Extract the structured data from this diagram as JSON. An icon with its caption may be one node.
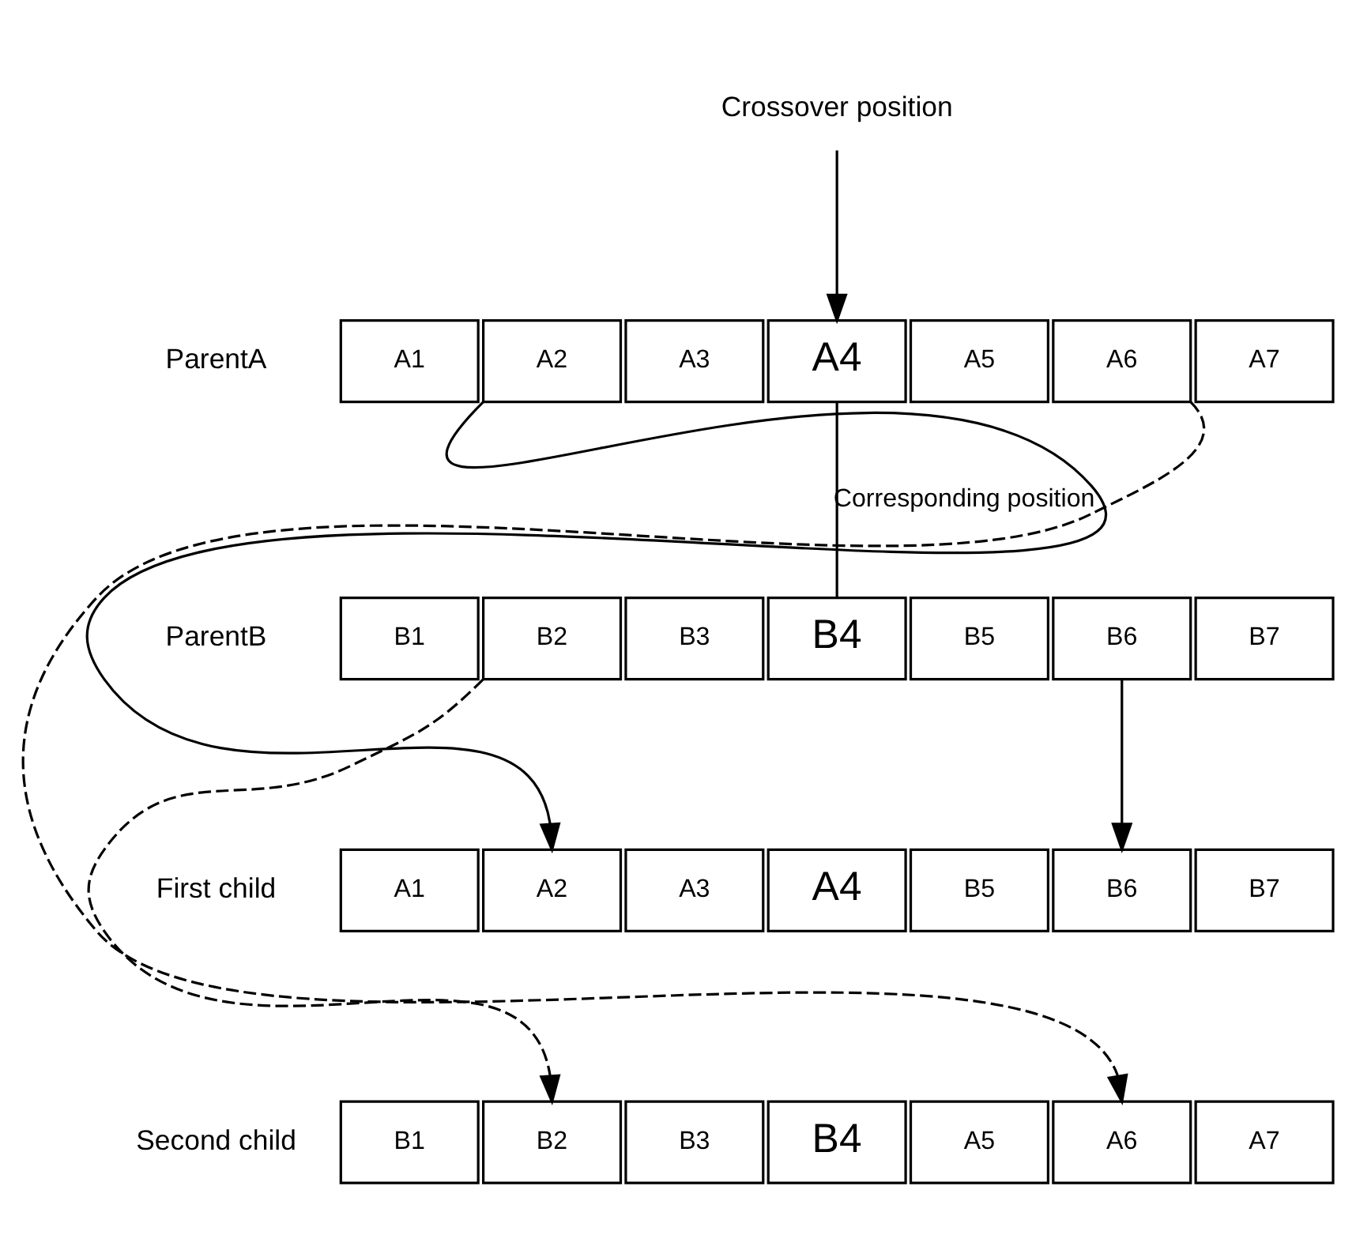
{
  "diagram": {
    "nodes": [
      {
        "text": [
          "Crossover position"
        ]
      },
      {
        "text": [
          "A1"
        ]
      },
      {
        "text": [
          "A2"
        ]
      },
      {
        "text": [
          "A3"
        ]
      },
      {
        "text": [
          "A4"
        ]
      },
      {
        "text": [
          "A5"
        ]
      },
      {
        "text": [
          "A6"
        ]
      },
      {
        "text": [
          "A7"
        ]
      },
      {
        "text": [
          "B1"
        ]
      },
      {
        "text": [
          "B2"
        ]
      },
      {
        "text": [
          "B3"
        ]
      },
      {
        "text": [
          "B4"
        ]
      },
      {
        "text": [
          "B5"
        ]
      },
      {
        "text": [
          "B6"
        ]
      },
      {
        "text": [
          "B7"
        ]
      },
      {
        "text": [
          "A1"
        ]
      },
      {
        "text": [
          "A2"
        ]
      },
      {
        "text": [
          "A3"
        ]
      },
      {
        "text": [
          "A4"
        ]
      },
      {
        "text": [
          "B5"
        ]
      },
      {
        "text": [
          "B6"
        ]
      },
      {
        "text": [
          "B7"
        ]
      },
      {
        "text": [
          "B1"
        ]
      },
      {
        "text": [
          "B2"
        ]
      },
      {
        "text": [
          "B3"
        ]
      },
      {
        "text": [
          "B4"
        ]
      },
      {
        "text": [
          "A5"
        ]
      },
      {
        "text": [
          "A6"
        ]
      },
      {
        "text": [
          "A7"
        ]
      }
    ],
    "edges": [
      {
        "from": 0,
        "to": 4,
        "arrow": "to"
      },
      {
        "from": 4,
        "to": 11,
        "arrow": "none",
        "label": "Corresponding position"
      },
      {
        "from": 2,
        "to": 16,
        "arrow": "to"
      },
      {
        "from": 13,
        "to": 20,
        "arrow": "to"
      },
      {
        "from": 9,
        "to": 23,
        "arrow": "to",
        "style": "dashed"
      },
      {
        "from": 6,
        "to": 27,
        "arrow": "to",
        "style": "dashed"
      }
    ],
    "labels": [
      "ParentA",
      "ParentB",
      "First child",
      "Second child"
    ]
  }
}
